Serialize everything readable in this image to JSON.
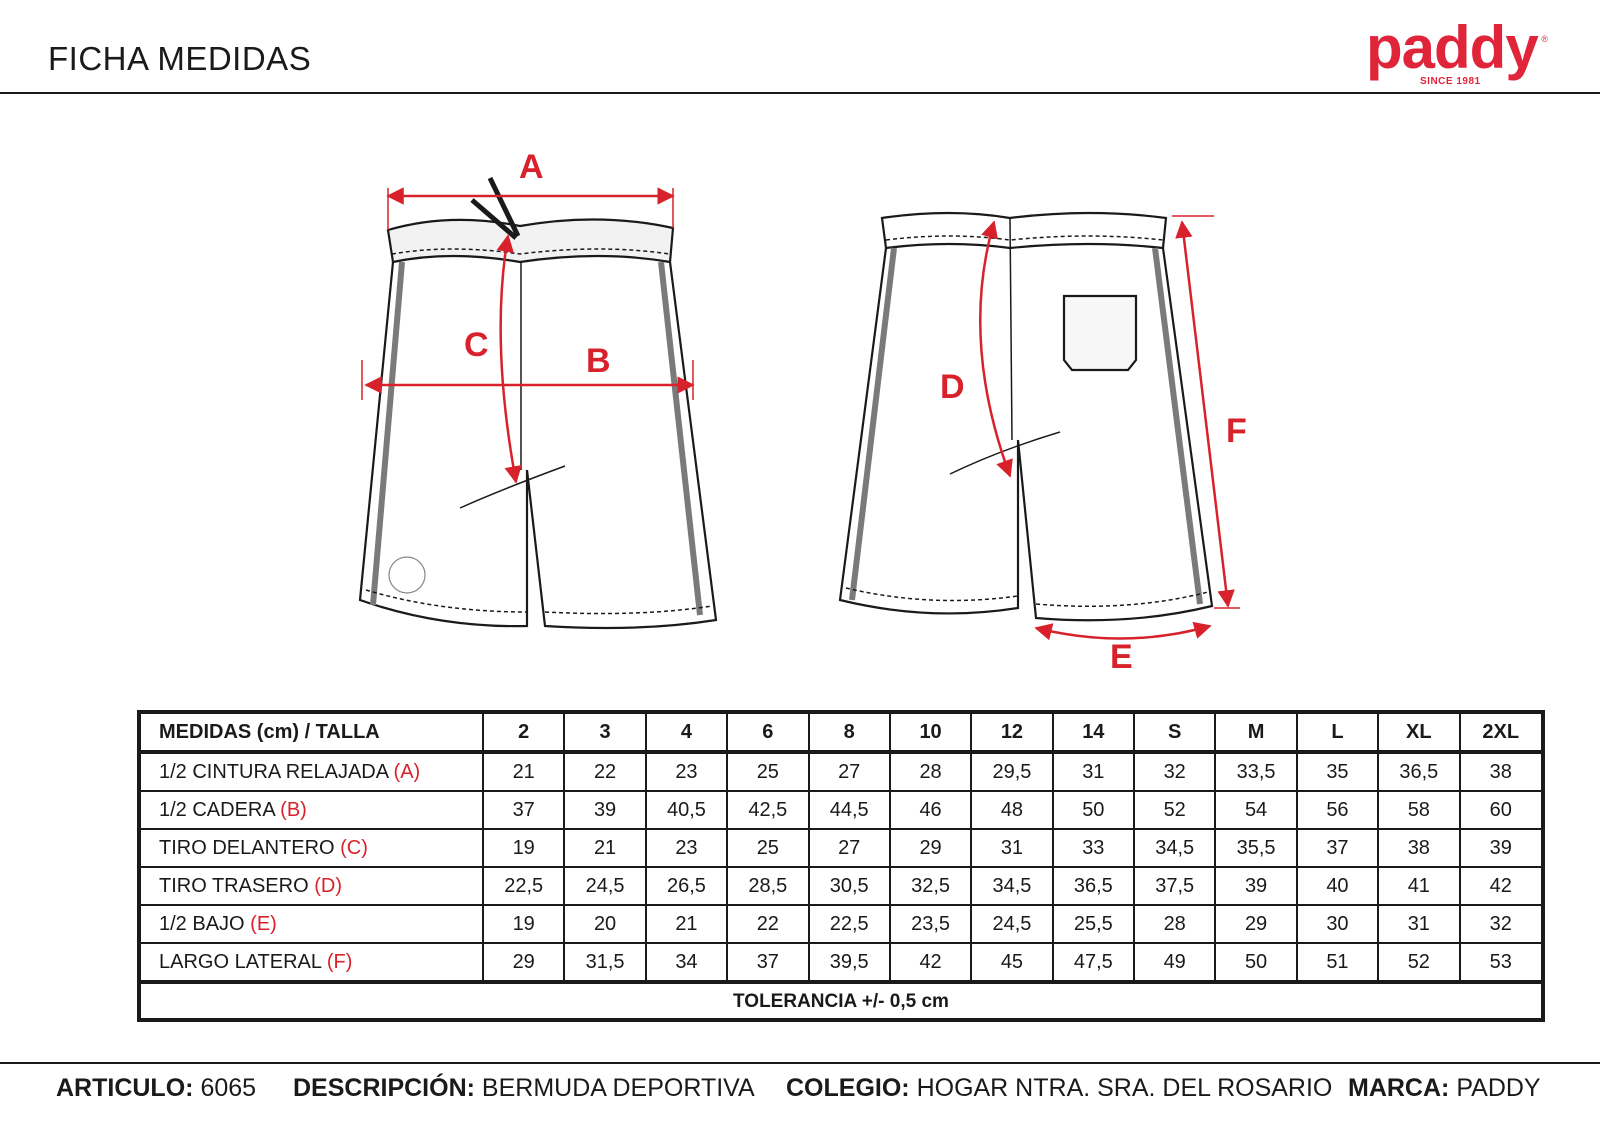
{
  "header": {
    "title": "FICHA MEDIDAS"
  },
  "logo": {
    "word": "paddy",
    "reg": "®",
    "since": "SINCE 1981"
  },
  "colors": {
    "accent": "#d8222b",
    "brand": "#e0243a",
    "ink": "#1a1a1a"
  },
  "drawing": {
    "labels": {
      "a": "A",
      "b": "B",
      "c": "C",
      "d": "D",
      "e": "E",
      "f": "F"
    }
  },
  "table": {
    "corner": "MEDIDAS (cm) /  TALLA",
    "sizes": [
      "2",
      "3",
      "4",
      "6",
      "8",
      "10",
      "12",
      "14",
      "S",
      "M",
      "L",
      "XL",
      "2XL"
    ],
    "rows": [
      {
        "label": "1/2 CINTURA RELAJADA",
        "letter": "(A)",
        "values": [
          "21",
          "22",
          "23",
          "25",
          "27",
          "28",
          "29,5",
          "31",
          "32",
          "33,5",
          "35",
          "36,5",
          "38"
        ]
      },
      {
        "label": "1/2 CADERA",
        "letter": "(B)",
        "values": [
          "37",
          "39",
          "40,5",
          "42,5",
          "44,5",
          "46",
          "48",
          "50",
          "52",
          "54",
          "56",
          "58",
          "60"
        ]
      },
      {
        "label": "TIRO DELANTERO",
        "letter": "(C)",
        "values": [
          "19",
          "21",
          "23",
          "25",
          "27",
          "29",
          "31",
          "33",
          "34,5",
          "35,5",
          "37",
          "38",
          "39"
        ]
      },
      {
        "label": "TIRO TRASERO ",
        "letter": "(D)",
        "values": [
          "22,5",
          "24,5",
          "26,5",
          "28,5",
          "30,5",
          "32,5",
          "34,5",
          "36,5",
          "37,5",
          "39",
          "40",
          "41",
          "42"
        ]
      },
      {
        "label": "1/2 BAJO",
        "letter": "(E)",
        "values": [
          "19",
          "20",
          "21",
          "22",
          "22,5",
          "23,5",
          "24,5",
          "25,5",
          "28",
          "29",
          "30",
          "31",
          "32"
        ]
      },
      {
        "label": "LARGO LATERAL",
        "letter": "(F)",
        "values": [
          "29",
          "31,5",
          "34",
          "37",
          "39,5",
          "42",
          "45",
          "47,5",
          "49",
          "50",
          "51",
          "52",
          "53"
        ]
      }
    ],
    "tolerance": "TOLERANCIA +/-  0,5 cm"
  },
  "footer": {
    "articulo_label": "ARTICULO:",
    "articulo_value": "6065",
    "descripcion_label": "DESCRIPCIÓN:",
    "descripcion_value": "BERMUDA DEPORTIVA",
    "colegio_label": "COLEGIO:",
    "colegio_value": "HOGAR NTRA. SRA. DEL ROSARIO",
    "marca_label": "MARCA:",
    "marca_value": "PADDY"
  }
}
